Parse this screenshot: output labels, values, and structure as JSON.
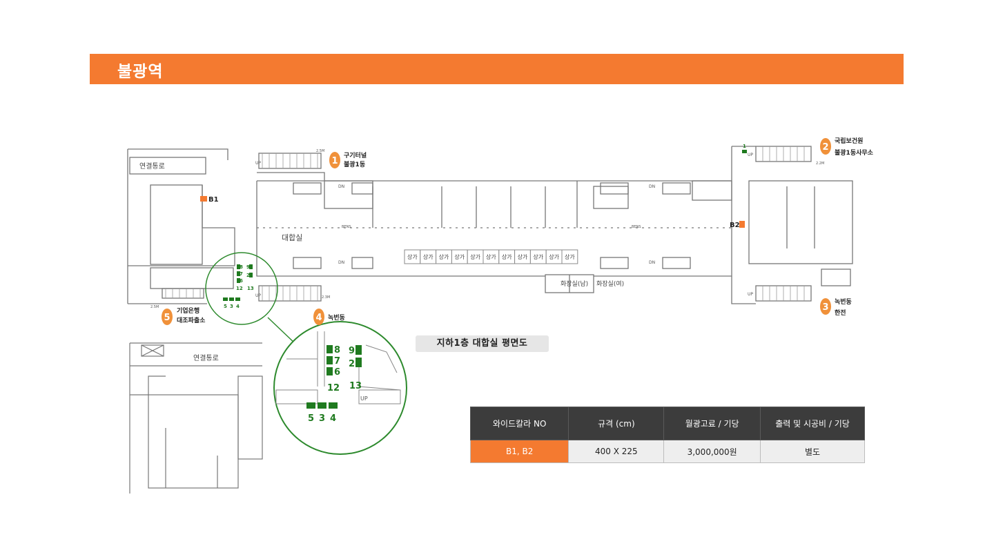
{
  "header": {
    "title": "불광역"
  },
  "plan": {
    "corridor_top_label": "연결통로",
    "corridor_inset_label": "연결통로",
    "hall_label": "대합실",
    "board_b1": "B1",
    "board_b2": "B2",
    "shop_label": "상가",
    "shop_count": 11,
    "restroom_men": "화장실(남)",
    "restroom_women": "화장실(여)",
    "exits": [
      {
        "number": "1",
        "line1": "구기터널",
        "line2": "불광1동"
      },
      {
        "number": "2",
        "line1": "국립보건원",
        "line2": "불광1동사무소"
      },
      {
        "number": "3",
        "line1": "녹번동",
        "line2": "한전"
      },
      {
        "number": "4",
        "line1": "녹번동",
        "line2": ""
      },
      {
        "number": "5",
        "line1": "기업은행",
        "line2": "대조파출소"
      }
    ],
    "stair_up": "UP",
    "stair_dn": "DN",
    "small_marks": [
      "2.5M",
      "2.2M",
      "2.3M",
      "2.5M",
      "BENS",
      "BENS"
    ],
    "zoom_numbers": [
      "8",
      "7",
      "6",
      "9",
      "2",
      "12",
      "13",
      "5",
      "3",
      "4"
    ],
    "small_numbers": [
      "8",
      "7",
      "6",
      "9",
      "2",
      "12",
      "13",
      "5",
      "3",
      "4",
      "1"
    ]
  },
  "caption": "지하1층 대합실 평면도",
  "price_table": {
    "headers": [
      "와이드칼라 NO",
      "규격 (cm)",
      "월광고료 / 기당",
      "출력 및 시공비 / 기당"
    ],
    "row": [
      "B1, B2",
      "400 X 225",
      "3,000,000원",
      "별도"
    ]
  },
  "colors": {
    "accent": "#f47a30",
    "green": "#1f7a1f",
    "table_header": "#3c3c3c"
  }
}
